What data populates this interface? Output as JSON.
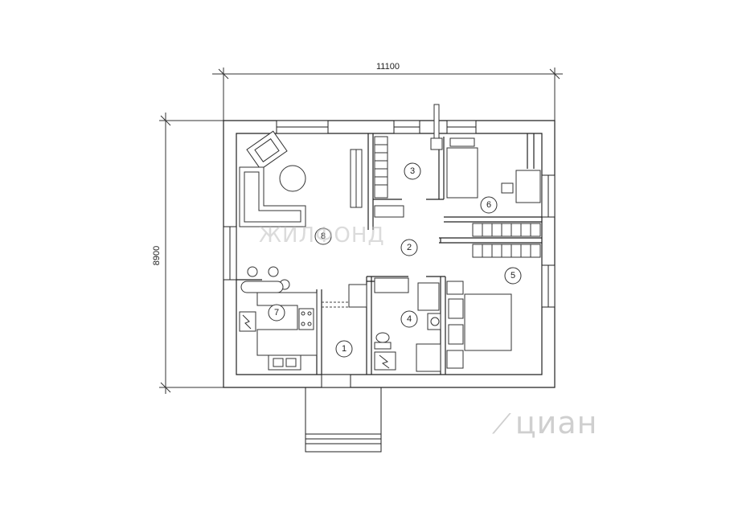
{
  "dimensions": {
    "width": "11100",
    "height": "8900"
  },
  "rooms": [
    {
      "id": "room-1",
      "number": "1"
    },
    {
      "id": "room-2",
      "number": "2"
    },
    {
      "id": "room-3",
      "number": "3"
    },
    {
      "id": "room-4",
      "number": "4"
    },
    {
      "id": "room-5",
      "number": "5"
    },
    {
      "id": "room-6",
      "number": "6"
    },
    {
      "id": "room-7",
      "number": "7"
    },
    {
      "id": "room-8",
      "number": "8"
    }
  ],
  "watermarks": {
    "center": "ЖИЛФОНД",
    "corner": "циан"
  },
  "icons": [
    "armchair-icon",
    "round-table-icon",
    "sofa-icon",
    "bed-icon",
    "bathtub-icon",
    "toilet-icon",
    "washbasin-icon",
    "stove-icon",
    "sink-icon",
    "desk-icon",
    "wardrobe-icon"
  ]
}
